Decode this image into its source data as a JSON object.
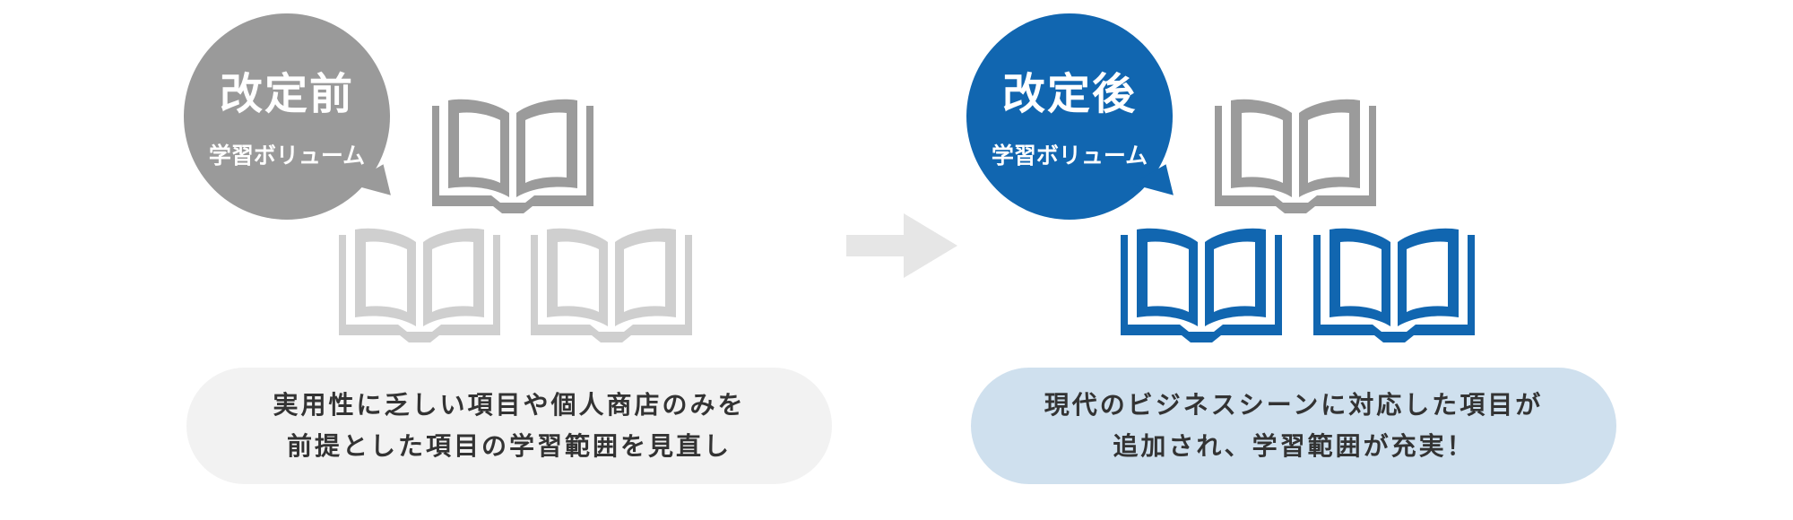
{
  "before": {
    "bubble_title": "改定前",
    "bubble_subtitle": "学習ボリューム",
    "caption_lines": [
      "実用性に乏しい項目や個人商店のみを",
      "前提とした項目の学習範囲を見直し"
    ]
  },
  "after": {
    "bubble_title": "改定後",
    "bubble_subtitle": "学習ボリューム",
    "caption_lines": [
      "現代のビジネスシーンに対応した項目が",
      "追加され、学習範囲が充実！"
    ]
  },
  "colors": {
    "before_bubble": "#9a9a9a",
    "after_bubble": "#1166b0",
    "book_dark_gray": "#9b9b9b",
    "book_light_gray": "#cfcfcf",
    "book_blue": "#1166b0",
    "before_caption_bg": "#f2f2f2",
    "after_caption_bg": "#cfe0ee",
    "arrow": "#e6e6e6"
  },
  "icons": {
    "book": "open-book-icon",
    "arrow": "right-arrow-icon"
  }
}
